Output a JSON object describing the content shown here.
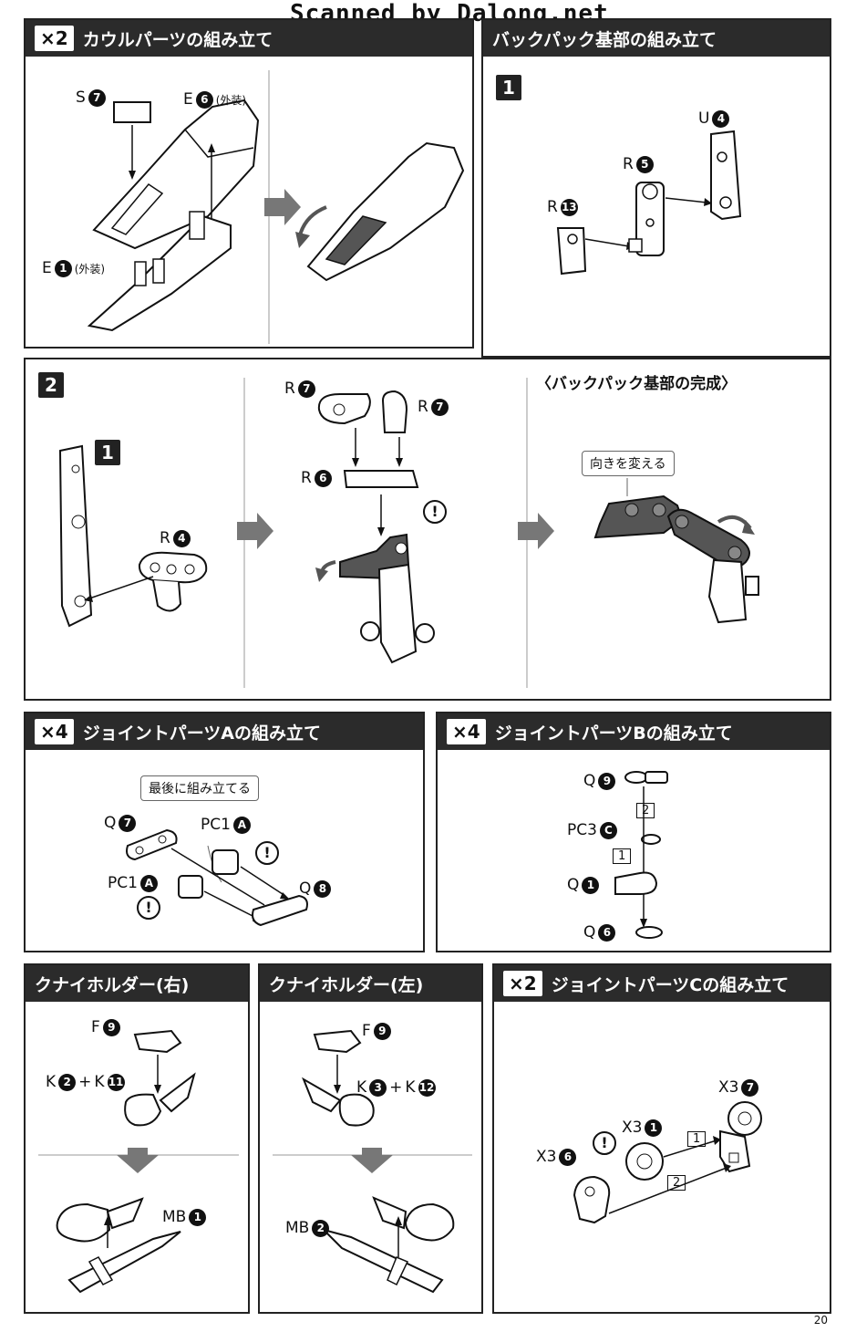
{
  "watermark": "Scanned by Dalong.net",
  "page_number": "20",
  "panels": {
    "cowl": {
      "multiplier": "×2",
      "title": "カウルパーツの組み立て",
      "labels": {
        "s7": "S",
        "s7n": "7",
        "e6": "E",
        "e6n": "6",
        "e6s": "(外装)",
        "e1": "E",
        "e1n": "1",
        "e1s": "(外装)"
      }
    },
    "backpack_base": {
      "title": "バックパック基部の組み立て",
      "step": "1",
      "labels": {
        "u4": "U",
        "u4n": "4",
        "r5": "R",
        "r5n": "5",
        "r13": "R",
        "r13n": "13"
      }
    },
    "step2": {
      "step": "2",
      "sub_step": "1",
      "labels": {
        "r4": "R",
        "r4n": "4",
        "r7a": "R",
        "r7an": "7",
        "r7b": "R",
        "r7bn": "7",
        "r6": "R",
        "r6n": "6"
      },
      "complete_title": "〈バックパック基部の完成〉",
      "note": "向きを変える"
    },
    "joint_a": {
      "multiplier": "×4",
      "title": "ジョイントパーツAの組み立て",
      "note": "最後に組み立てる",
      "labels": {
        "q7": "Q",
        "q7n": "7",
        "pc1a": "PC1",
        "pc1an": "A",
        "pc1b": "PC1",
        "pc1bn": "A",
        "q8": "Q",
        "q8n": "8"
      }
    },
    "joint_b": {
      "multiplier": "×4",
      "title": "ジョイントパーツBの組み立て",
      "labels": {
        "q9": "Q",
        "q9n": "9",
        "pc3": "PC3",
        "pc3n": "C",
        "q1": "Q",
        "q1n": "1",
        "q6": "Q",
        "q6n": "6",
        "o1": "1",
        "o2": "2"
      }
    },
    "kunai_r": {
      "title": "クナイホルダー(右)",
      "labels": {
        "f9": "F",
        "f9n": "9",
        "k2": "K",
        "k2n": "2",
        "plus": "+",
        "k11": "K",
        "k11n": "11",
        "mb1": "MB",
        "mb1n": "1"
      }
    },
    "kunai_l": {
      "title": "クナイホルダー(左)",
      "labels": {
        "f9": "F",
        "f9n": "9",
        "k3": "K",
        "k3n": "3",
        "plus": "+",
        "k12": "K",
        "k12n": "12",
        "mb2": "MB",
        "mb2n": "2"
      }
    },
    "joint_c": {
      "multiplier": "×2",
      "title": "ジョイントパーツCの組み立て",
      "labels": {
        "x37": "X3",
        "x37n": "7",
        "x31": "X3",
        "x31n": "1",
        "x36": "X3",
        "x36n": "6",
        "o1": "1",
        "o2": "2"
      }
    }
  },
  "warn_symbol": "!"
}
